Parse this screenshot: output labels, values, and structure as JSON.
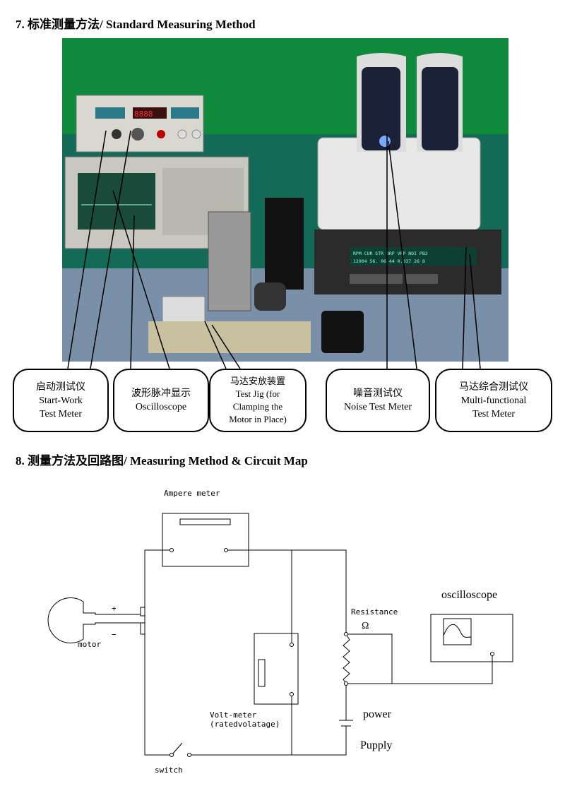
{
  "section7": {
    "title": "7. 标准测量方法/ Standard Measuring Method"
  },
  "callouts": [
    {
      "zh": "启动测试仪",
      "en1": "Start-Work",
      "en2": "Test Meter"
    },
    {
      "zh": "波形脉冲显示",
      "en1": "Oscilloscope",
      "en2": ""
    },
    {
      "zh": "马达安放装置",
      "en1": "Test Jig (for",
      "en2": "Clamping the",
      "en3": "Motor in Place)"
    },
    {
      "zh": "噪音测试仪",
      "en1": "Noise Test Meter",
      "en2": ""
    },
    {
      "zh": "马达综合测试仪",
      "en1": "Multi-functional",
      "en2": "Test Meter"
    }
  ],
  "section8": {
    "title": "8. 测量方法及回路图/ Measuring Method & Circuit Map"
  },
  "circuit": {
    "ampere_meter": "Ampere meter",
    "motor": "motor",
    "plus": "+",
    "minus": "−",
    "resistance": "Resistance",
    "ohm": "Ω",
    "oscilloscope": "oscilloscope",
    "voltmeter": "Volt-meter",
    "voltmeter_note": "(ratedvolatage)",
    "power": "power",
    "supply": "Pupply",
    "switch": "switch"
  },
  "photo": {
    "display_readout": "RPM CUR STR DRP VPP NOI PB2",
    "display_values": "12904 56. 06 44 0.037 26 8",
    "bg_color": "#0f8a3c"
  }
}
